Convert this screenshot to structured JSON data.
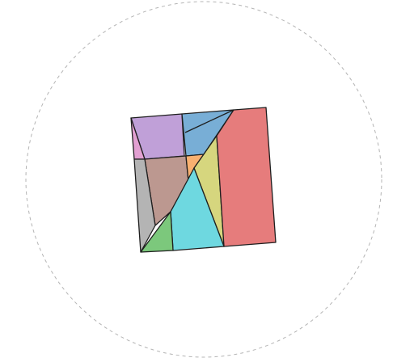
{
  "puzzle": {
    "pieces": [
      {
        "id": "piece-purple",
        "color": "#c0a0d8"
      },
      {
        "id": "piece-blue",
        "color": "#78aed6"
      },
      {
        "id": "piece-pink",
        "color": "#e2a0d2"
      },
      {
        "id": "piece-brown",
        "color": "#bc9890"
      },
      {
        "id": "piece-orange",
        "color": "#f8b070"
      },
      {
        "id": "piece-yellow",
        "color": "#d6d67e"
      },
      {
        "id": "piece-red",
        "color": "#e67c7c"
      },
      {
        "id": "piece-gray",
        "color": "#b4b4b4"
      },
      {
        "id": "piece-cyan",
        "color": "#6ed8e0"
      },
      {
        "id": "piece-green",
        "color": "#7cc87c"
      }
    ]
  }
}
